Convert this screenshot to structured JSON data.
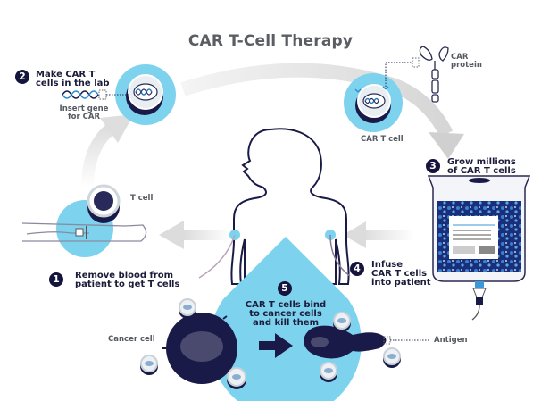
{
  "title": "CAR T-Cell Therapy",
  "colors": {
    "accent_blue": "#7dd3ee",
    "navy": "#14143c",
    "arrow_gray": "#dcdcdc",
    "text_gray": "#5a5d62"
  },
  "steps": [
    {
      "number": "1",
      "label_line1": "Remove blood from",
      "label_line2": "patient to get T cells"
    },
    {
      "number": "2",
      "label_line1": "Make CAR T",
      "label_line2": "cells in the lab"
    },
    {
      "number": "3",
      "label_line1": "Grow millions",
      "label_line2": "of CAR T cells"
    },
    {
      "number": "4",
      "label_line1": "Infuse",
      "label_line2": "CAR T cells",
      "label_line3": "into patient"
    },
    {
      "number": "5",
      "label_line1": "CAR T cells bind",
      "label_line2": "to cancer cells",
      "label_line3": "and kill them"
    }
  ],
  "annotations": {
    "t_cell": "T cell",
    "insert_gene_line1": "Insert gene",
    "insert_gene_line2": "for CAR",
    "car_protein_line1": "CAR",
    "car_protein_line2": "protein",
    "car_t_cell": "CAR T cell",
    "cancer_cell": "Cancer cell",
    "antigen": "Antigen"
  },
  "icons": {
    "t_cell": "t-cell-icon",
    "dna": "dna-icon",
    "car_t_cell": "car-t-cell-icon",
    "car_protein": "car-protein-icon",
    "iv_bag": "iv-bag-icon",
    "patient": "patient-silhouette-icon",
    "arm": "arm-blood-draw-icon",
    "cancer_cell": "cancer-cell-icon",
    "dying_cancer_cell": "dying-cancer-cell-icon",
    "right_arrow": "right-arrow-icon"
  }
}
